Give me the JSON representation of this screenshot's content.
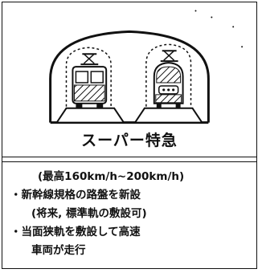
{
  "title": "スーパー特急",
  "notes": {
    "speed": "(最高160km/h~200km/h)",
    "bullet1_line1": "・新幹線規格の路盤を新設",
    "bullet1_line2": "(将来, 標準軌の敷設可)",
    "bullet2_line1": "・当面狭軌を敷設して高速",
    "bullet2_line2": "車両が走行"
  }
}
